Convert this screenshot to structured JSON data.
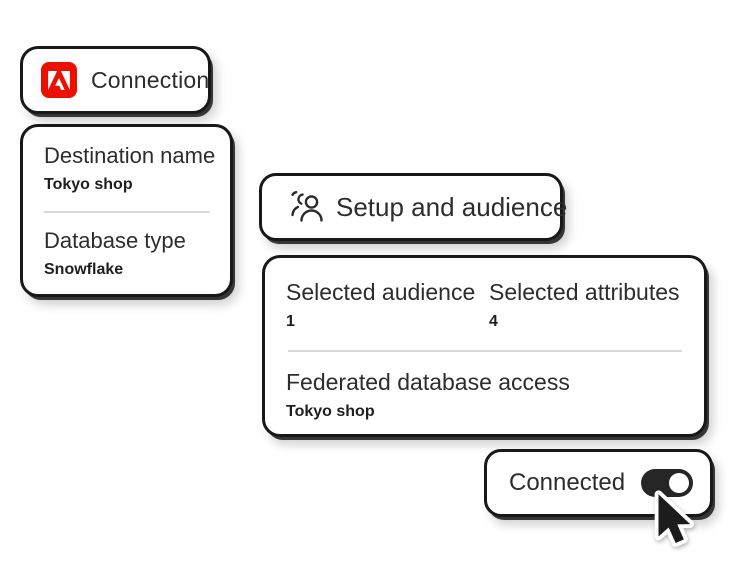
{
  "colors": {
    "accent_red": "#EB1000",
    "ink_border": "#181818",
    "text": "#2d2d2d",
    "divider": "#d9d9d9",
    "toggle_on_bg": "#262626",
    "card_bg": "#ffffff"
  },
  "cards": {
    "connection": {
      "title": "Connection",
      "icon": "adobe-logo-icon"
    },
    "details": {
      "fields": [
        {
          "label": "Destination name",
          "value": "Tokyo shop"
        },
        {
          "label": "Database type",
          "value": "Snowflake"
        }
      ]
    },
    "setup": {
      "title": "Setup and audience",
      "icon": "audience-icon"
    },
    "summary": {
      "stats": [
        {
          "label": "Selected audience",
          "value": "1"
        },
        {
          "label": "Selected attributes",
          "value": "4"
        }
      ],
      "field": {
        "label": "Federated database access",
        "value": "Tokyo shop"
      }
    },
    "connected": {
      "label": "Connected",
      "toggle_state": "on"
    }
  },
  "cursor": {
    "icon": "mouse-cursor-icon"
  }
}
